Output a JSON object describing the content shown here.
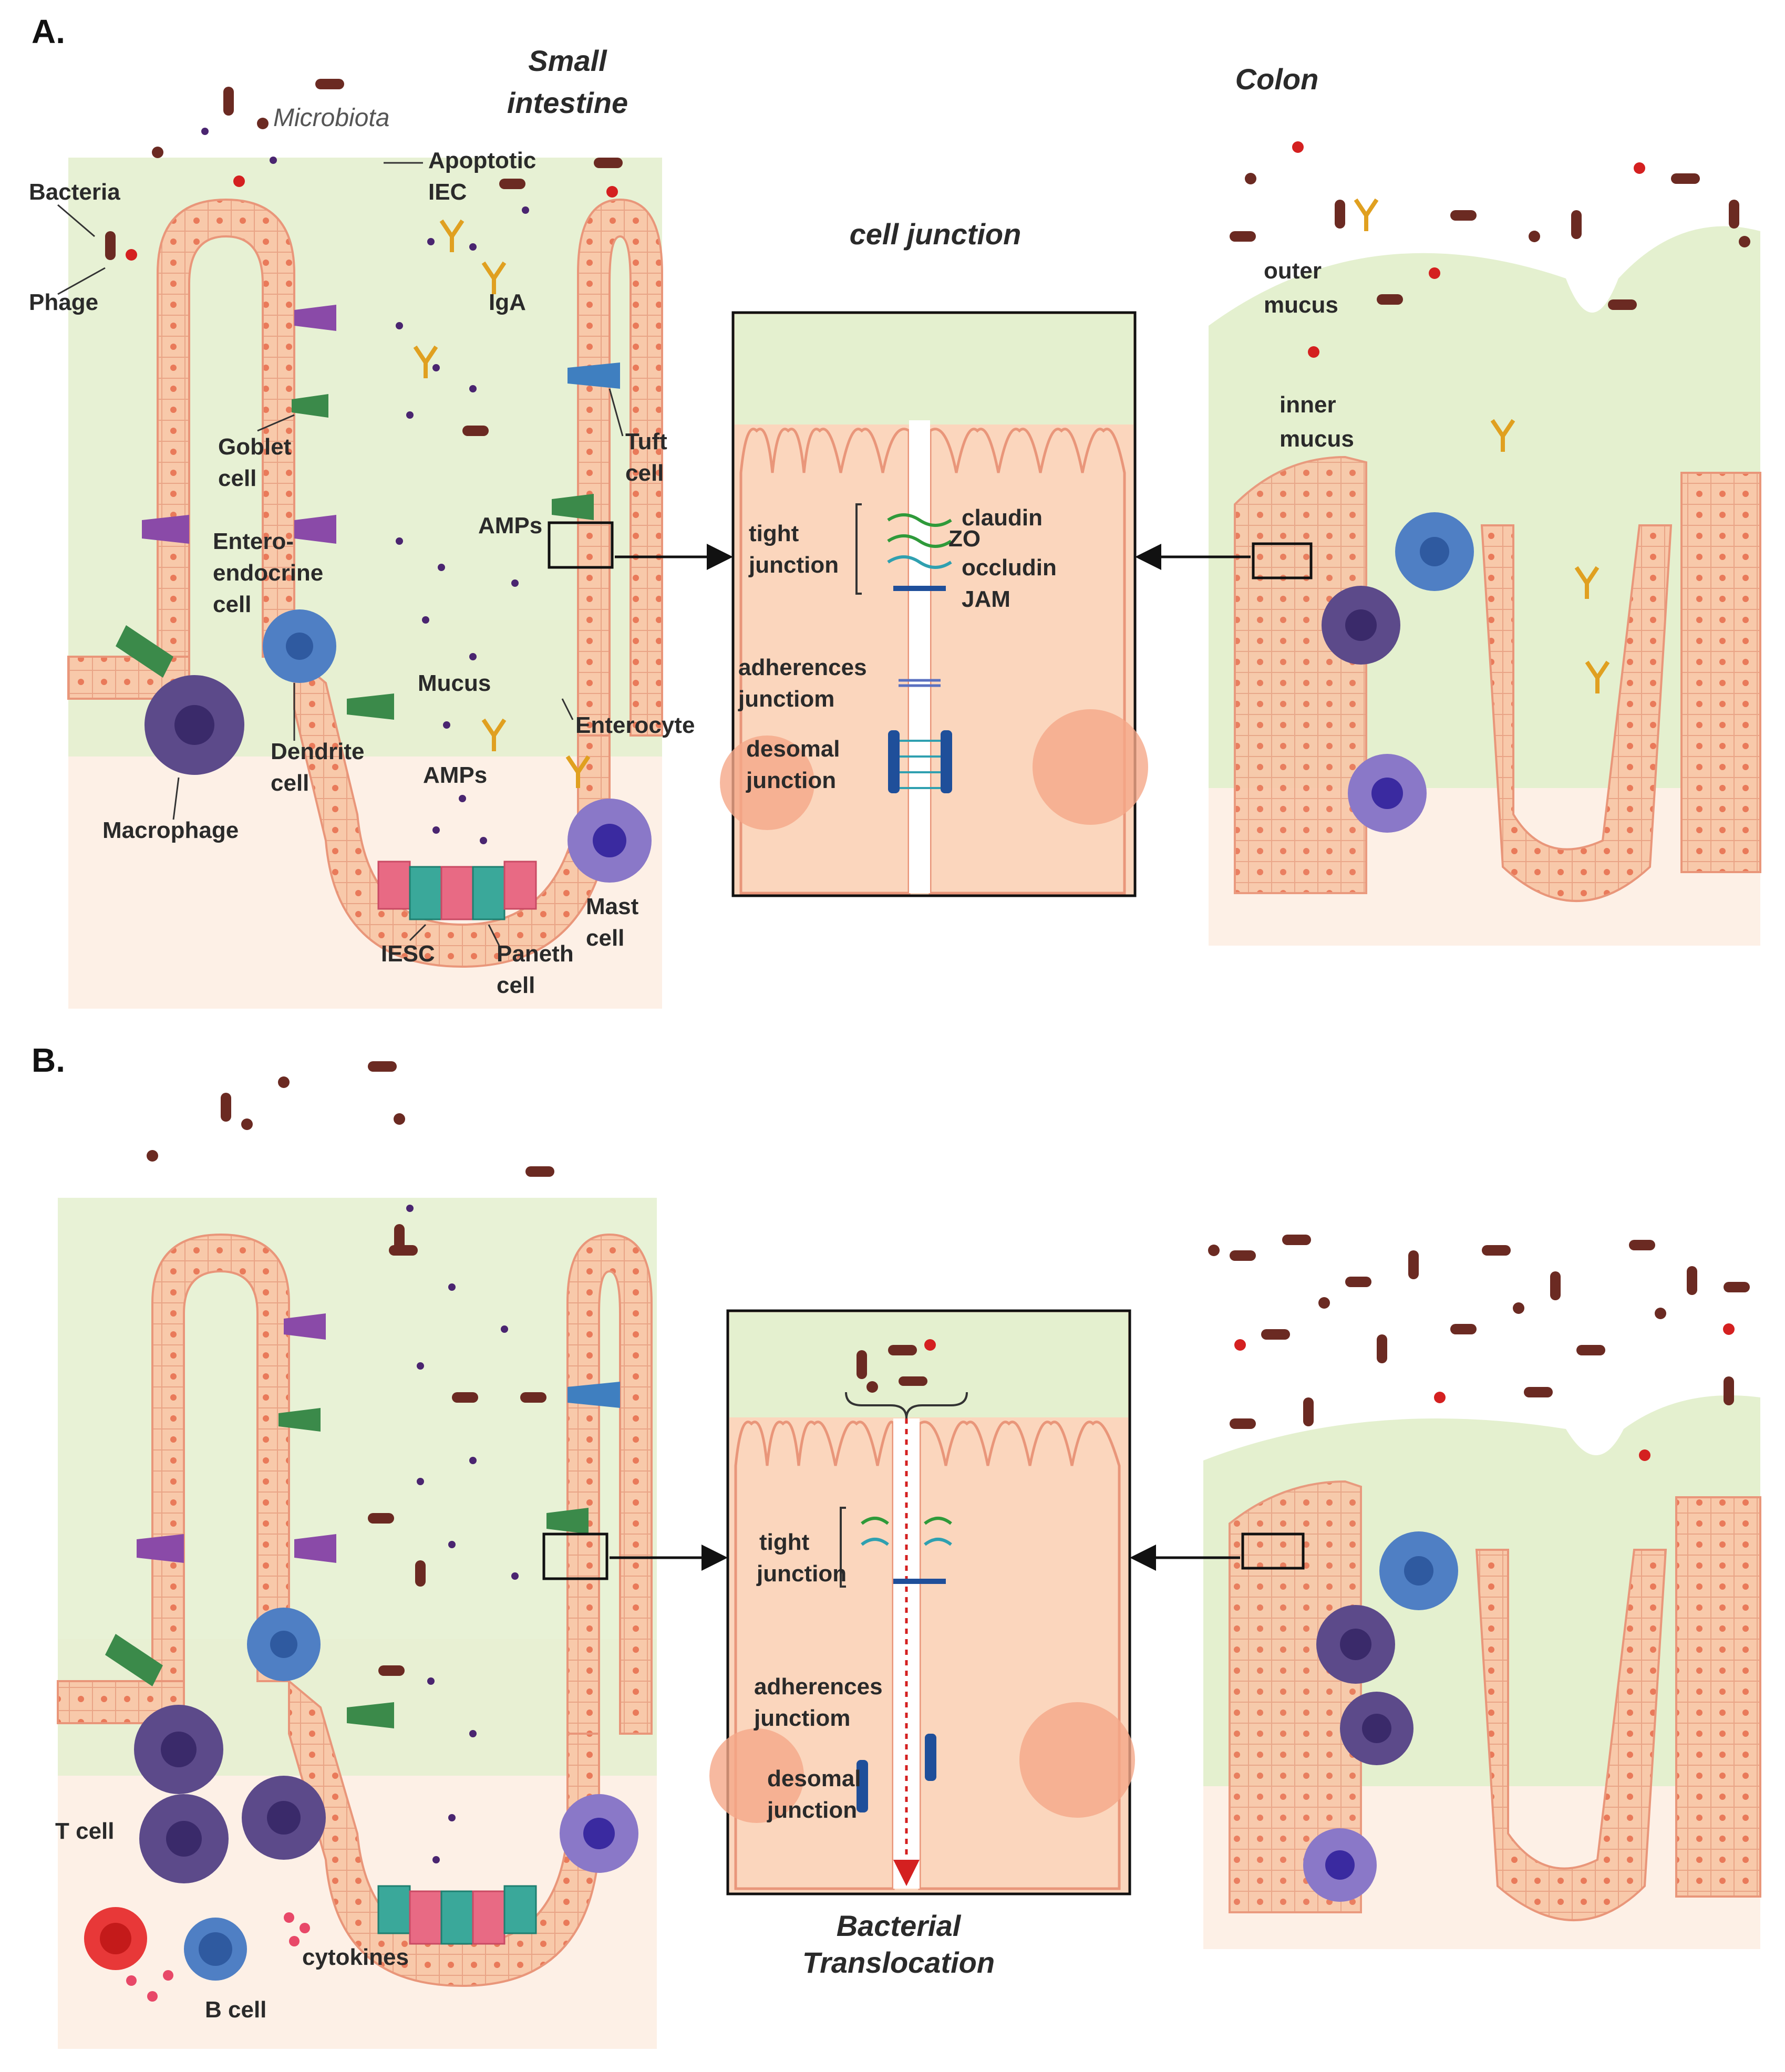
{
  "panels": {
    "a": {
      "letter": "A.",
      "small_intestine": [
        "Small",
        "intestine"
      ],
      "colon": "Colon",
      "cell_junction_title": "cell junction",
      "labels": {
        "bacteria": "Bacteria",
        "phage": "Phage",
        "microbiota": "Microbiota",
        "apoptotic": [
          "Apoptotic",
          "IEC"
        ],
        "iga": "IgA",
        "tuft": [
          "Tuft",
          "cell"
        ],
        "goblet": [
          "Goblet",
          "cell"
        ],
        "entero": [
          "Entero-",
          "endocrine",
          "cell"
        ],
        "amps_top": "AMPs",
        "dendrite": [
          "Dendrite",
          "cell"
        ],
        "mucus": "Mucus",
        "enterocyte": "Enterocyte",
        "amps_bottom": "AMPs",
        "macrophage": "Macrophage",
        "mast": [
          "Mast",
          "cell"
        ],
        "iesc": "IESC",
        "paneth": [
          "Paneth",
          "cell"
        ],
        "outer_mucus": [
          "outer",
          "mucus"
        ],
        "inner_mucus": [
          "inner",
          "mucus"
        ]
      },
      "junction": {
        "tight": [
          "tight",
          "junction"
        ],
        "claudin": "claudin",
        "zo": "ZO",
        "occludin": "occludin",
        "jam": "JAM",
        "adherens": [
          "adherences",
          "junctiom"
        ],
        "desmosomal": [
          "desomal",
          "junction"
        ]
      }
    },
    "b": {
      "letter": "B.",
      "labels": {
        "t_cell": "T cell",
        "b_cell": "B cell",
        "cytokines": "cytokines",
        "translocation": [
          "Bacterial",
          "Translocation"
        ]
      },
      "junction": {
        "tight": [
          "tight",
          "junction"
        ],
        "adherens": [
          "adherences",
          "junctiom"
        ],
        "desmosomal": [
          "desomal",
          "junction"
        ]
      }
    }
  },
  "colors": {
    "mucus": "#e4f0cf",
    "tissue": "#fdf0e6",
    "epithelium": "#f8c9aa",
    "epithelium_edge": "#e9967a",
    "bacteria": "#6b2a22",
    "dots": "#4a2570",
    "iga": "#e0a020",
    "goblet": "#3b8a4a",
    "enteroendocrine": "#8a4aa8",
    "tuft": "#3f7fc0",
    "macrophage": "#5c4a8a",
    "dendritic": "#4f7fc4",
    "mast": "#8a78c8",
    "stem": "#3aa89a",
    "paneth": "#e86a84",
    "arrow": "#111111",
    "translocation": "#d42020"
  }
}
